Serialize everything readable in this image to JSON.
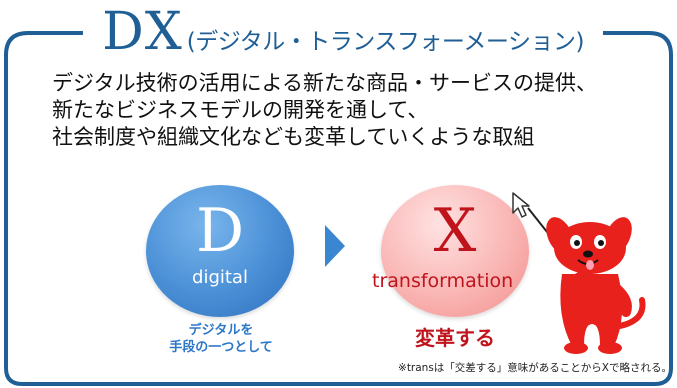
{
  "title": {
    "main": "DX",
    "sub": "(デジタル・トランスフォーメーション)"
  },
  "description": {
    "line1": "デジタル技術の活用による新たな商品・サービスの提供、",
    "line2": "新たなビジネスモデルの開発を通して、",
    "line3": "社会制度や組織文化なども変革していくような取組"
  },
  "d_block": {
    "letter": "D",
    "word": "digital",
    "caption_line1": "デジタルを",
    "caption_line2": "手段の一つとして"
  },
  "x_block": {
    "letter": "X",
    "word": "transformation",
    "caption": "変革する"
  },
  "footnote": "※transは「交差する」意味があることからXで略される。",
  "icons": {
    "arrow": "chevron-right-icon",
    "cursor": "arrow-cursor-icon",
    "mascot": "red-dog-mascot"
  },
  "colors": {
    "frame": "#1f5f95",
    "d_circle": "#4a8fd6",
    "x_circle": "#f9b6b4",
    "accent_red": "#c0141d"
  }
}
